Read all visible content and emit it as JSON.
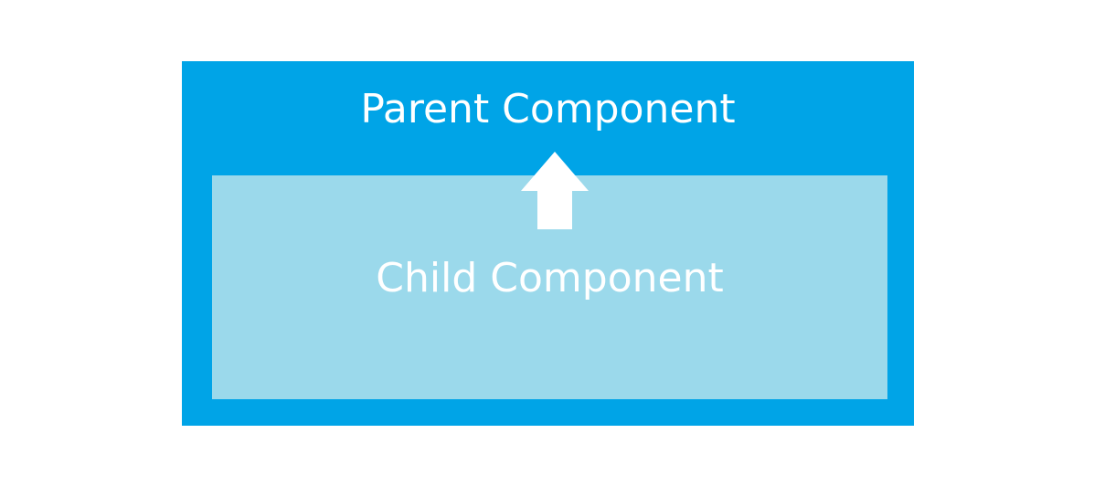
{
  "diagram": {
    "parent": {
      "label": "Parent Component",
      "color": "#00a4e7"
    },
    "child": {
      "label": "Child Component",
      "color": "#9bd9eb"
    },
    "arrow": {
      "direction": "up",
      "from": "child",
      "to": "parent",
      "color": "#ffffff",
      "icon": "arrow-up-icon"
    }
  }
}
